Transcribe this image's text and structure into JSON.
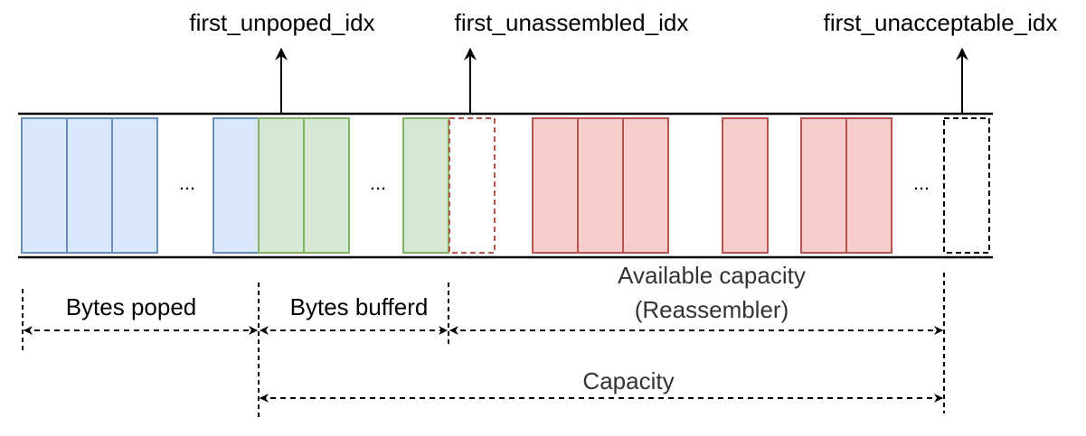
{
  "labels": {
    "first_unpoped": "first_unpoped_idx",
    "first_unassembled": "first_unassembled_idx",
    "first_unacceptable": "first_unacceptable_idx",
    "bytes_poped": "Bytes poped",
    "bytes_bufferd": "Bytes bufferd",
    "available_line1": "Available capacity",
    "available_line2": "(Reassembler)",
    "capacity": "Capacity",
    "ellipsis": "..."
  },
  "colors": {
    "popped_fill": "#dae8fc",
    "popped_stroke": "#6c8ebf",
    "buffered_fill": "#d5e8d4",
    "buffered_stroke": "#82b366",
    "reassembler_fill": "#f8cecc",
    "reassembler_stroke": "#b85450",
    "empty_slot_stroke": "#000000"
  }
}
